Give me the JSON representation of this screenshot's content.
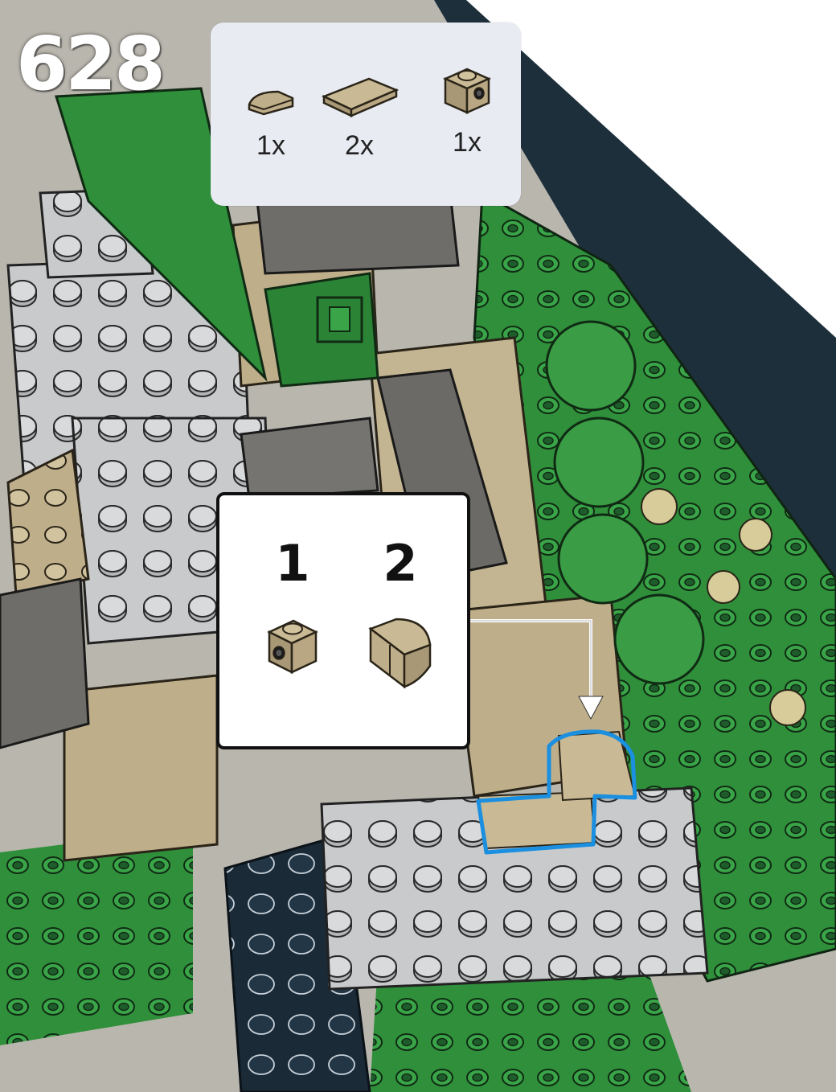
{
  "step": {
    "number": "628"
  },
  "parts_list": [
    {
      "name": "tan-quarter-round-tile-1x1",
      "qty": "1x",
      "color": "#bfae8a"
    },
    {
      "name": "tan-tile-1x2",
      "qty": "2x",
      "color": "#bfae8a"
    },
    {
      "name": "tan-brick-1x1-side-stud",
      "qty": "1x",
      "color": "#bfae8a"
    }
  ],
  "sub_steps": [
    {
      "number": "1",
      "part": "tan-brick-1x1-side-stud"
    },
    {
      "number": "2",
      "part": "tan-quarter-round-tile-1x1"
    }
  ],
  "colors": {
    "tan": "#bfae8a",
    "light_gray": "#c9cacc",
    "dark_gray": "#6f6d69",
    "green": "#2f8f3a",
    "dark_green": "#1f5c2b",
    "black_base": "#1a2a36",
    "highlight_outline": "#1b8fe0",
    "arrow": "#ffffff"
  }
}
